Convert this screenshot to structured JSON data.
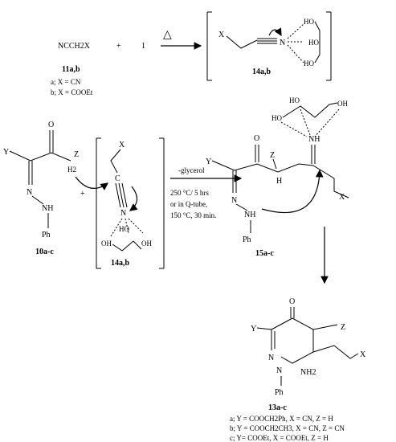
{
  "reagent": {
    "formula": "NCCH2X",
    "plus": "+",
    "partner": "1",
    "label": "11a,b",
    "variant_a": "a; X = CN",
    "variant_b": "b; X = COOEt"
  },
  "step1": {
    "condition_symbol": "△"
  },
  "complex14": {
    "x": "X",
    "n": "N",
    "ho1": "HO",
    "ho2": "HO",
    "ho3": "HO",
    "label": "14a,b"
  },
  "hydrazone10": {
    "o": "O",
    "y": "Y",
    "z": "Z",
    "h2": "H2",
    "n": "N",
    "nh": "NH",
    "ph": "Ph",
    "label": "10a-c"
  },
  "plus2": "+",
  "complex14_lower": {
    "x": "X",
    "c": "C",
    "n": "N",
    "ho1": "HO",
    "oh1": "OH",
    "oh2": "OH",
    "label": "14a,b"
  },
  "step2": {
    "line1": "-glycerol",
    "line2": "250 °C/ 5 hrs",
    "line3": "or in Q-tube,",
    "line4": "150 °C, 30 min."
  },
  "intermediate15": {
    "ho1": "HO",
    "ho2": "HO",
    "oh": "OH",
    "nh": "NH",
    "o": "O",
    "y": "Y",
    "z": "Z",
    "h": "H",
    "n": "N",
    "nh2": "NH",
    "ph": "Ph",
    "x": "X",
    "label": "15a-c"
  },
  "product13": {
    "o": "O",
    "y": "Y",
    "z": "Z",
    "n1": "N",
    "n2": "N",
    "ph": "Ph",
    "nh2": "NH2",
    "x": "X",
    "label": "13a-c"
  },
  "legend": {
    "a": "a; Y = COOCH2Ph, X = CN, Z = H",
    "b": "b; Y = COOCH2CH3, X = CN, Z = CN",
    "c": "c; Y= COOEt, X = COOEt, Z = H"
  }
}
